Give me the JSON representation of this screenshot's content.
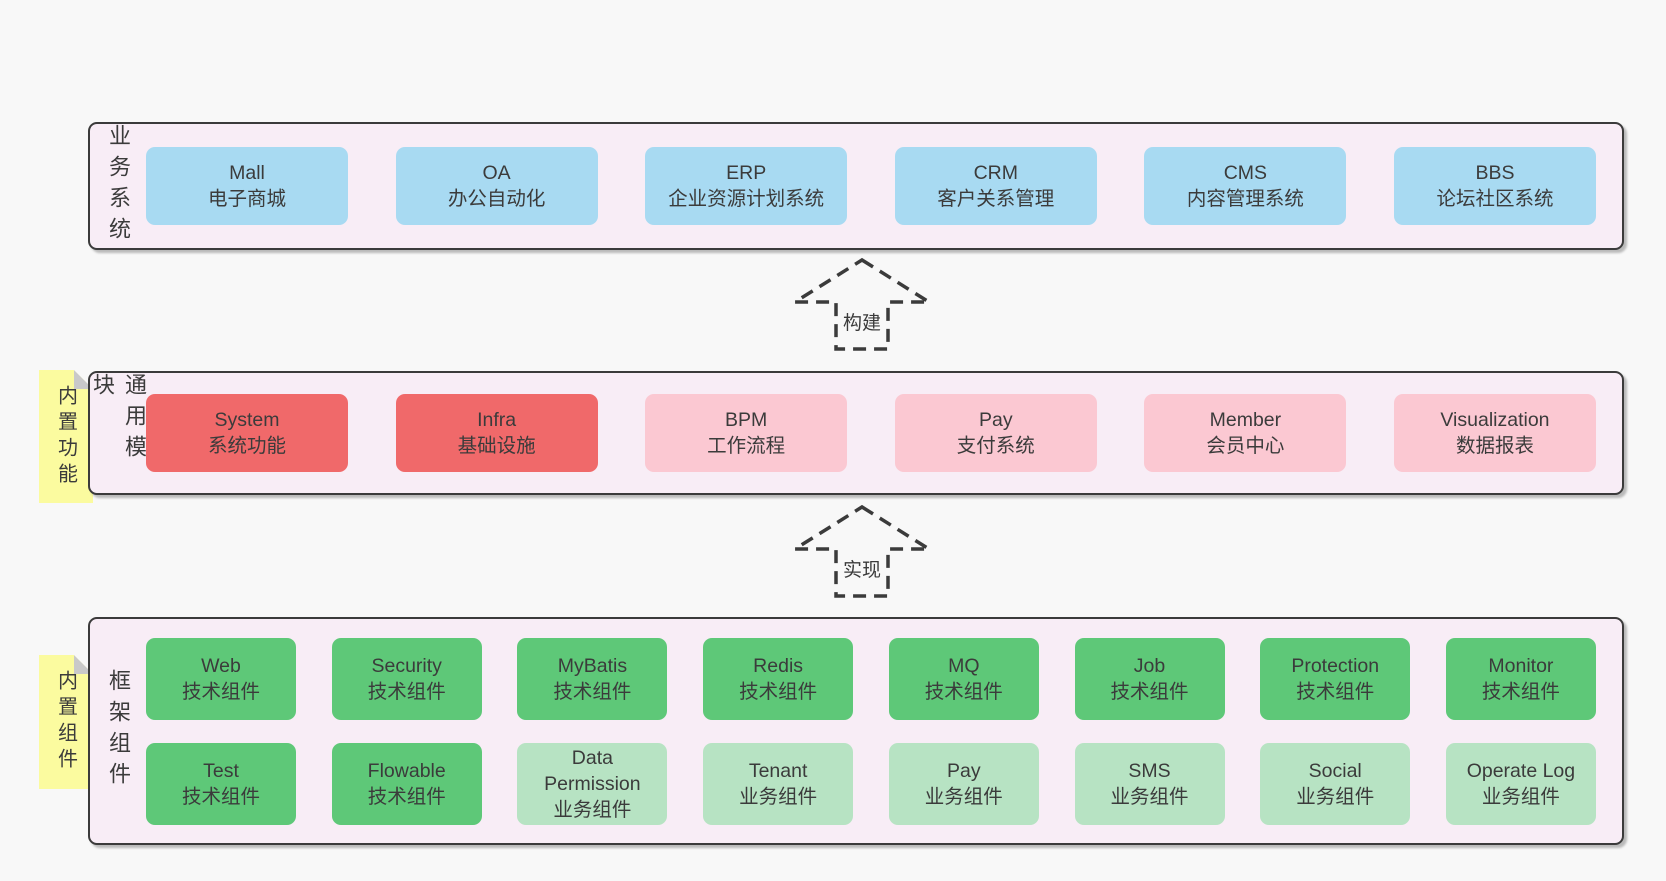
{
  "colors": {
    "page_bg": "#f8f8f8",
    "layer_bg": "#f8edf6",
    "outline": "#3b3b3b",
    "blue_box": "#a8daf2",
    "red_box": "#f0696a",
    "pink_box": "#fbc8d2",
    "green_box": "#5ec878",
    "light_green_box": "#b7e3c3",
    "note_yellow": "#fbfb9f"
  },
  "arrows": [
    {
      "label": "构建"
    },
    {
      "label": "实现"
    }
  ],
  "layers": {
    "business": {
      "label": "业务系统",
      "boxes": [
        {
          "id": "mall",
          "name": "Mall",
          "desc": "电子商城",
          "variant": "blue"
        },
        {
          "id": "oa",
          "name": "OA",
          "desc": "办公自动化",
          "variant": "blue"
        },
        {
          "id": "erp",
          "name": "ERP",
          "desc": "企业资源计划系统",
          "variant": "blue"
        },
        {
          "id": "crm",
          "name": "CRM",
          "desc": "客户关系管理",
          "variant": "blue"
        },
        {
          "id": "cms",
          "name": "CMS",
          "desc": "内容管理系统",
          "variant": "blue"
        },
        {
          "id": "bbs",
          "name": "BBS",
          "desc": "论坛社区系统",
          "variant": "blue"
        }
      ]
    },
    "modules": {
      "label": "通用模块",
      "note": "内置功能",
      "boxes": [
        {
          "id": "system",
          "name": "System",
          "desc": "系统功能",
          "variant": "red"
        },
        {
          "id": "infra",
          "name": "Infra",
          "desc": "基础设施",
          "variant": "red"
        },
        {
          "id": "bpm",
          "name": "BPM",
          "desc": "工作流程",
          "variant": "pink"
        },
        {
          "id": "pay",
          "name": "Pay",
          "desc": "支付系统",
          "variant": "pink"
        },
        {
          "id": "member",
          "name": "Member",
          "desc": "会员中心",
          "variant": "pink"
        },
        {
          "id": "visualization",
          "name": "Visualization",
          "desc": "数据报表",
          "variant": "pink"
        }
      ]
    },
    "components": {
      "label": "框架组件",
      "note": "内置组件",
      "row1": [
        {
          "id": "web",
          "name": "Web",
          "desc": "技术组件",
          "variant": "green"
        },
        {
          "id": "security",
          "name": "Security",
          "desc": "技术组件",
          "variant": "green"
        },
        {
          "id": "mybatis",
          "name": "MyBatis",
          "desc": "技术组件",
          "variant": "green"
        },
        {
          "id": "redis",
          "name": "Redis",
          "desc": "技术组件",
          "variant": "green"
        },
        {
          "id": "mq",
          "name": "MQ",
          "desc": "技术组件",
          "variant": "green"
        },
        {
          "id": "job",
          "name": "Job",
          "desc": "技术组件",
          "variant": "green"
        },
        {
          "id": "protection",
          "name": "Protection",
          "desc": "技术组件",
          "variant": "green"
        },
        {
          "id": "monitor",
          "name": "Monitor",
          "desc": "技术组件",
          "variant": "green"
        }
      ],
      "row2": [
        {
          "id": "test",
          "name": "Test",
          "desc": "技术组件",
          "variant": "green"
        },
        {
          "id": "flowable",
          "name": "Flowable",
          "desc": "技术组件",
          "variant": "green"
        },
        {
          "id": "data-permission",
          "name": "Data Permission",
          "desc": "业务组件",
          "variant": "lightgreen"
        },
        {
          "id": "tenant",
          "name": "Tenant",
          "desc": "业务组件",
          "variant": "lightgreen"
        },
        {
          "id": "pay-biz",
          "name": "Pay",
          "desc": "业务组件",
          "variant": "lightgreen"
        },
        {
          "id": "sms",
          "name": "SMS",
          "desc": "业务组件",
          "variant": "lightgreen"
        },
        {
          "id": "social",
          "name": "Social",
          "desc": "业务组件",
          "variant": "lightgreen"
        },
        {
          "id": "operate-log",
          "name": "Operate Log",
          "desc": "业务组件",
          "variant": "lightgreen"
        }
      ]
    }
  }
}
